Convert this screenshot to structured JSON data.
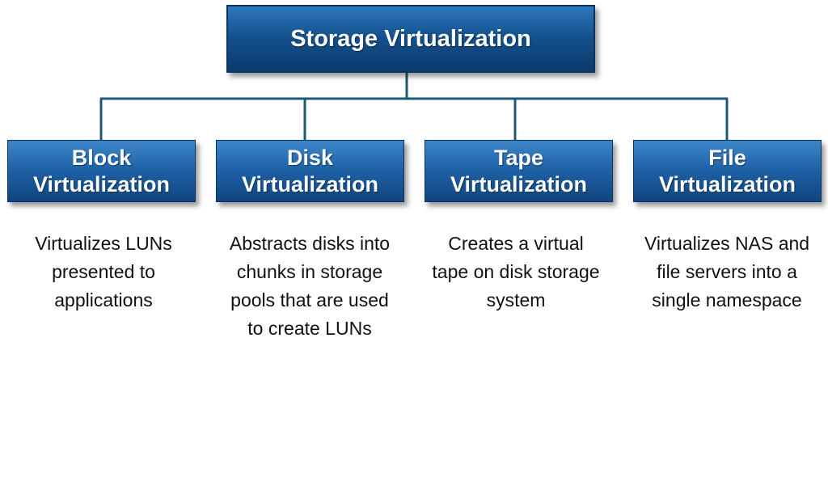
{
  "root": {
    "label": "Storage Virtualization"
  },
  "categories": [
    {
      "line1": "Block",
      "line2": "Virtualization",
      "description": "Virtualizes LUNs presented to applications"
    },
    {
      "line1": "Disk",
      "line2": "Virtualization",
      "description": "Abstracts disks into chunks in storage pools that are used to create LUNs"
    },
    {
      "line1": "Tape",
      "line2": "Virtualization",
      "description": "Creates a virtual tape on disk storage system"
    },
    {
      "line1": "File",
      "line2": "Virtualization",
      "description": "Virtualizes NAS and file servers into a single namespace"
    }
  ],
  "colors": {
    "connector": "#1c5a73",
    "box_top": "#3e86c9",
    "box_bottom": "#10457e",
    "text_dark": "#111111"
  }
}
